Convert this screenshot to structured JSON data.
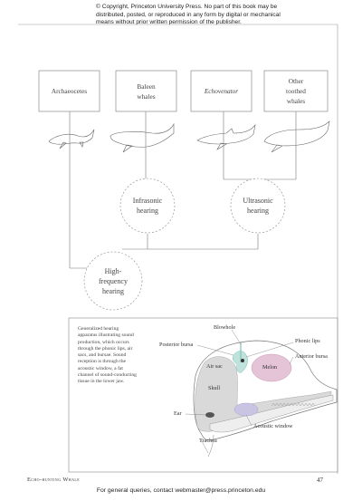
{
  "copyright": {
    "lines": [
      "© Copyright, Princeton University Press. No part of this book may be",
      "distributed, posted, or reproduced in any form by digital or mechanical",
      "means without prior written permission of the publisher."
    ]
  },
  "diagram": {
    "groups": [
      {
        "id": "archaeocetes",
        "lines": [
          "Archaeocetes"
        ]
      },
      {
        "id": "baleen",
        "lines": [
          "Baleen",
          "whales"
        ]
      },
      {
        "id": "echovenator",
        "lines": [
          "Echovenator"
        ],
        "italic": true
      },
      {
        "id": "toothed",
        "lines": [
          "Other",
          "toothed",
          "whales"
        ]
      }
    ],
    "traits": {
      "infrasonic": [
        "Infrasonic",
        "hearing"
      ],
      "ultrasonic": [
        "Ultrasonic",
        "hearing"
      ],
      "high_frequency": [
        "High-",
        "frequency",
        "hearing"
      ]
    }
  },
  "figure": {
    "caption": "Generalized hearing apparatus illustrating sound production, which occurs through the phonic lips, air sacs, and bursae. Sound reception is through the acoustic window, a fat channel of sound-conducting tissue in the lower jaw.",
    "labels": {
      "blowhole": "Blowhole",
      "posterior_bursa": "Posterior bursa",
      "phonic_lips": "Phonic lips",
      "anterior_bursa": "Anterior bursa",
      "air_sac": "Air sac",
      "melon": "Melon",
      "skull": "Skull",
      "ear": "Ear",
      "acoustic_window": "Acoustic window",
      "trachea": "Trachea"
    },
    "colors": {
      "melon": "#e5c4d8",
      "acoustic_window": "#c8c4e2",
      "air_sac": "#bfe3dc",
      "skull": "#d9d9d9"
    }
  },
  "footer": {
    "running_head": "Echo-hunting Whale",
    "page_number": "47",
    "contact": "For general queries, contact webmaster@press.princeton.edu"
  }
}
